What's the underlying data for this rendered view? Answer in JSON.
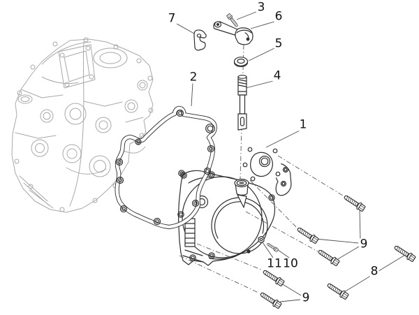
{
  "figure": {
    "background_color": "#ffffff",
    "primary_line_color": "#2d2d2d",
    "secondary_line_color": "#a8a8ad",
    "leader_line_color": "#4d4d4d",
    "callouts": [
      {
        "id": "part-1",
        "label": "1"
      },
      {
        "id": "part-2",
        "label": "2"
      },
      {
        "id": "part-3",
        "label": "3"
      },
      {
        "id": "part-4",
        "label": "4"
      },
      {
        "id": "part-5",
        "label": "5"
      },
      {
        "id": "part-6",
        "label": "6"
      },
      {
        "id": "part-7",
        "label": "7"
      },
      {
        "id": "part-8",
        "label": "8"
      },
      {
        "id": "part-9-upper",
        "label": "9"
      },
      {
        "id": "part-9-lower",
        "label": "9"
      },
      {
        "id": "part-10",
        "label": "10"
      },
      {
        "id": "part-11",
        "label": "11"
      }
    ]
  }
}
